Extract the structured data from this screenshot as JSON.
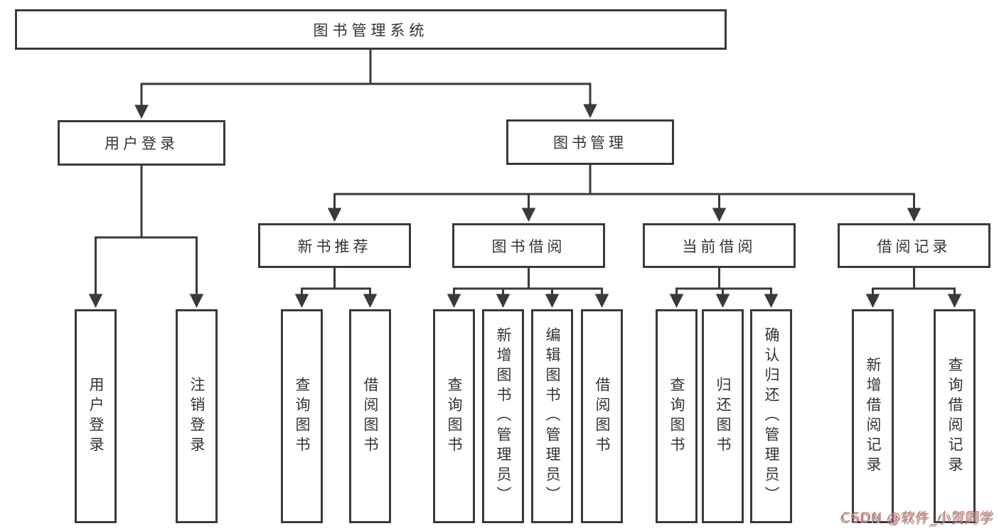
{
  "page": {
    "background_color": "#ffffff",
    "line_color": "#3a3a3a",
    "text_color": "#333333"
  },
  "watermark": {
    "text": "CSDN @软件_小贺同学",
    "color": "#9c9c9c",
    "shadow_color": "#d9584b"
  },
  "diagram": {
    "type": "hierarchy-tree",
    "root": {
      "id": "library-management-system",
      "label": "图书管理系统"
    },
    "level2": [
      {
        "id": "user-login",
        "label": "用户登录",
        "parent": "library-management-system"
      },
      {
        "id": "book-management",
        "label": "图书管理",
        "parent": "library-management-system"
      }
    ],
    "level3": [
      {
        "id": "new-book-recommendation",
        "label": "新书推荐",
        "parent": "book-management"
      },
      {
        "id": "book-borrowing",
        "label": "图书借阅",
        "parent": "book-management"
      },
      {
        "id": "current-borrowing",
        "label": "当前借阅",
        "parent": "book-management"
      },
      {
        "id": "borrowing-records",
        "label": "借阅记录",
        "parent": "book-management"
      }
    ],
    "leaves": [
      {
        "id": "leaf-user-login",
        "label": "用户登录",
        "parent": "user-login"
      },
      {
        "id": "leaf-logout",
        "label": "注销登录",
        "parent": "user-login"
      },
      {
        "id": "leaf-query-books-recommend",
        "label": "查询图书",
        "parent": "new-book-recommendation"
      },
      {
        "id": "leaf-borrow-books-recommend",
        "label": "借阅图书",
        "parent": "new-book-recommendation"
      },
      {
        "id": "leaf-query-books-borrowing",
        "label": "查询图书",
        "parent": "book-borrowing"
      },
      {
        "id": "leaf-add-books-admin",
        "label": "新增图书（管理员）",
        "parent": "book-borrowing"
      },
      {
        "id": "leaf-edit-books-admin",
        "label": "编辑图书（管理员）",
        "parent": "book-borrowing"
      },
      {
        "id": "leaf-borrow-books",
        "label": "借阅图书",
        "parent": "book-borrowing"
      },
      {
        "id": "leaf-query-books-current",
        "label": "查询图书",
        "parent": "current-borrowing"
      },
      {
        "id": "leaf-return-books",
        "label": "归还图书",
        "parent": "current-borrowing"
      },
      {
        "id": "leaf-confirm-return-admin",
        "label": "确认归还（管理员）",
        "parent": "current-borrowing"
      },
      {
        "id": "leaf-add-borrowing-record",
        "label": "新增借阅记录",
        "parent": "borrowing-records"
      },
      {
        "id": "leaf-query-borrowing-record",
        "label": "查询借阅记录",
        "parent": "borrowing-records"
      }
    ]
  }
}
